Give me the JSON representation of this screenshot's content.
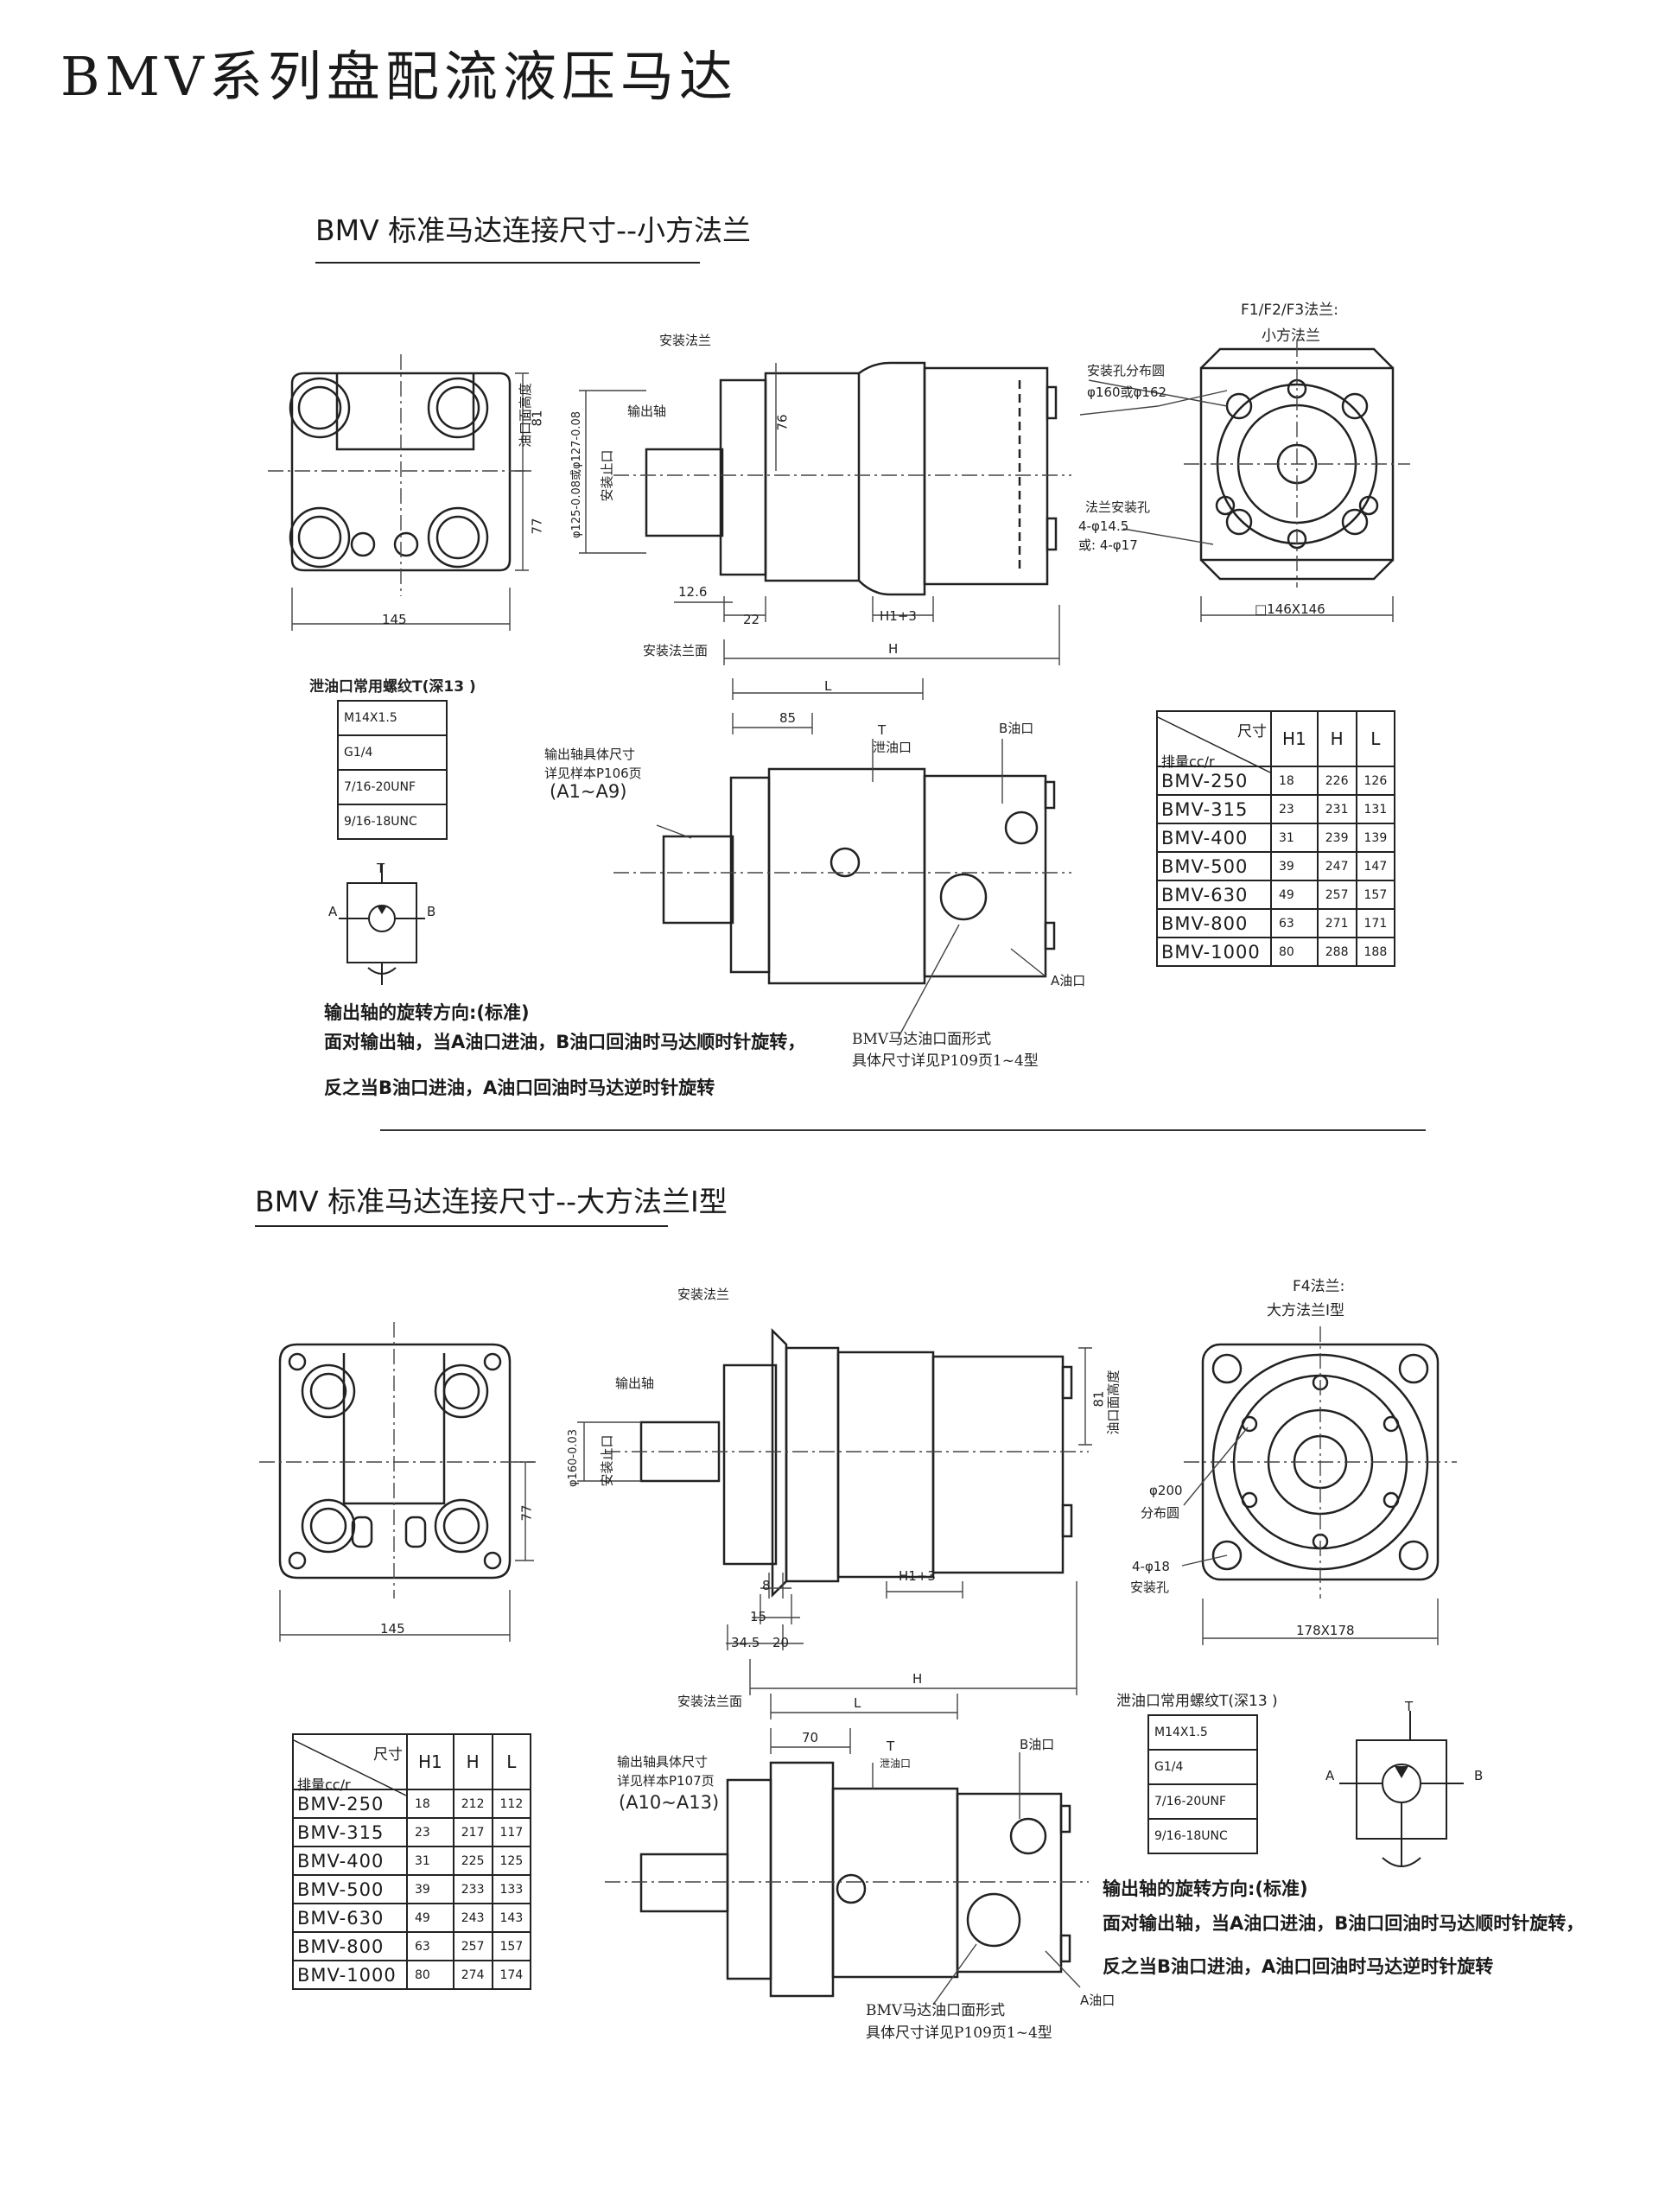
{
  "page_title": "BMV系列盘配流液压马达",
  "section1": {
    "title": "BMV 标准马达连接尺寸--小方法兰",
    "labels": {
      "mount_flange": "安装法兰",
      "output_shaft": "输出轴",
      "flange_type": "F1/F2/F3法兰:",
      "flange_name": "小方法兰",
      "bolt_circle": "安装孔分布圆",
      "bolt_circle_dia": "φ160或φ162",
      "flange_holes": "法兰安装孔",
      "holes_1": "4-φ14.5",
      "holes_2": "或: 4-φ17",
      "square": "□146X146",
      "dim_81": "81",
      "oil_port_height": "油口面高度",
      "dim_77": "77",
      "dim_145": "145",
      "dim_76": "76",
      "pilot_dia": "φ125-0.08或φ127-0.08",
      "pilot": "安装止口",
      "dim_12_6": "12.6",
      "dim_22": "22",
      "dim_h1_3": "H1+3",
      "dim_h": "H",
      "mount_face": "安装法兰面",
      "dim_l": "L",
      "dim_85": "85",
      "t_port": "T",
      "drain_port": "泄油口",
      "b_port": "B油口",
      "a_port": "A油口",
      "shaft_ref_1": "输出轴具体尺寸",
      "shaft_ref_2": "详见样本P106页",
      "shaft_range": "(A1~A9)",
      "port_face_1": "BMV马达油口面形式",
      "port_face_2": "具体尺寸详见P109页1~4型",
      "sym_a": "A",
      "sym_b": "B",
      "sym_t": "T"
    },
    "drain_title": "泄油口常用螺纹T(深13 )",
    "drain_threads": [
      "M14X1.5",
      "G1/4",
      "7/16-20UNF",
      "9/16-18UNC"
    ],
    "rotation_title": "输出轴的旋转方向:(标准)",
    "rotation_line1": "面对输出轴，当A油口进油，B油口回油时马达顺时针旋转，",
    "rotation_line2": "反之当B油口进油，A油口回油时马达逆时针旋转",
    "table": {
      "corner_top": "尺寸",
      "corner_bottom": "排量cc/r",
      "headers": [
        "H1",
        "H",
        "L"
      ],
      "rows": [
        [
          "BMV-250",
          "18",
          "226",
          "126"
        ],
        [
          "BMV-315",
          "23",
          "231",
          "131"
        ],
        [
          "BMV-400",
          "31",
          "239",
          "139"
        ],
        [
          "BMV-500",
          "39",
          "247",
          "147"
        ],
        [
          "BMV-630",
          "49",
          "257",
          "157"
        ],
        [
          "BMV-800",
          "63",
          "271",
          "171"
        ],
        [
          "BMV-1000",
          "80",
          "288",
          "188"
        ]
      ]
    }
  },
  "section2": {
    "title": "BMV 标准马达连接尺寸--大方法兰I型",
    "labels": {
      "mount_flange": "安装法兰",
      "output_shaft": "输出轴",
      "flange_type": "F4法兰:",
      "flange_name": "大方法兰I型",
      "bolt_circle_dia": "φ200",
      "bolt_circle": "分布圆",
      "holes": "4-φ18",
      "holes_name": "安装孔",
      "square": "178X178",
      "dim_81": "81",
      "oil_port_height": "油口面高度",
      "dim_77": "77",
      "dim_145": "145",
      "pilot_dia": "φ160-0.03",
      "pilot": "安装止口",
      "dim_8": "8",
      "dim_15": "15",
      "dim_34_5": "34.5",
      "dim_20": "20",
      "dim_h1_3": "H1+3",
      "dim_h": "H",
      "mount_face": "安装法兰面",
      "dim_l": "L",
      "dim_70": "70",
      "t_port": "T",
      "drain_port": "泄油口",
      "b_port": "B油口",
      "a_port": "A油口",
      "shaft_ref_1": "输出轴具体尺寸",
      "shaft_ref_2": "详见样本P107页",
      "shaft_range": "(A10~A13)",
      "port_face_1": "BMV马达油口面形式",
      "port_face_2": "具体尺寸详见P109页1~4型",
      "sym_a": "A",
      "sym_b": "B",
      "sym_t": "T"
    },
    "drain_title": "泄油口常用螺纹T(深13 )",
    "drain_threads": [
      "M14X1.5",
      "G1/4",
      "7/16-20UNF",
      "9/16-18UNC"
    ],
    "rotation_title": "输出轴的旋转方向:(标准)",
    "rotation_line1": "面对输出轴，当A油口进油，B油口回油时马达顺时针旋转，",
    "rotation_line2": "反之当B油口进油，A油口回油时马达逆时针旋转",
    "table": {
      "corner_top": "尺寸",
      "corner_bottom": "排量cc/r",
      "headers": [
        "H1",
        "H",
        "L"
      ],
      "rows": [
        [
          "BMV-250",
          "18",
          "212",
          "112"
        ],
        [
          "BMV-315",
          "23",
          "217",
          "117"
        ],
        [
          "BMV-400",
          "31",
          "225",
          "125"
        ],
        [
          "BMV-500",
          "39",
          "233",
          "133"
        ],
        [
          "BMV-630",
          "49",
          "243",
          "143"
        ],
        [
          "BMV-800",
          "63",
          "257",
          "157"
        ],
        [
          "BMV-1000",
          "80",
          "274",
          "174"
        ]
      ]
    }
  }
}
